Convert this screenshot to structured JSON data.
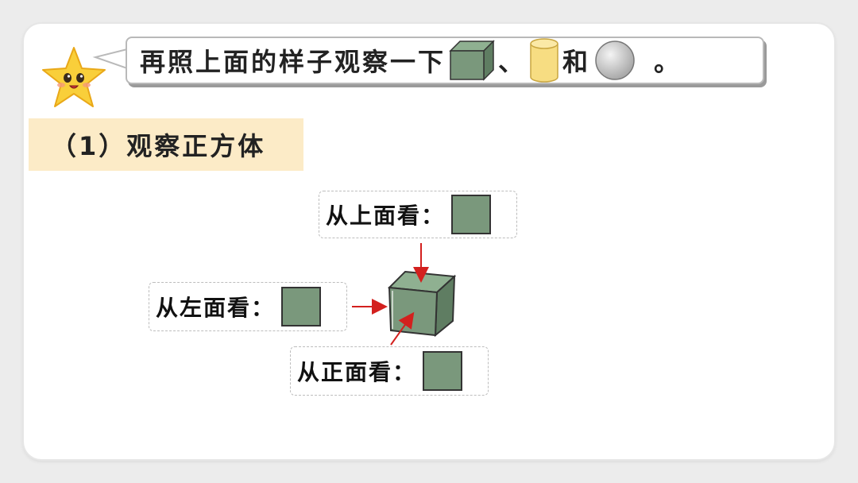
{
  "bubble": {
    "text_before": "再照上面的样子观察一下",
    "separator": "、",
    "conjunction": "和",
    "period": "。"
  },
  "section": {
    "title": "（1）观察正方体"
  },
  "views": {
    "top_label": "从上面看：",
    "left_label": "从左面看：",
    "front_label": "从正面看："
  },
  "colors": {
    "cube_face": "#7a987c",
    "cylinder": "#f7dd82",
    "sphere": "#d9d9d9",
    "arrow": "#d3201e",
    "section_bg": "#fcebc7",
    "star": "#f9cf3a"
  }
}
